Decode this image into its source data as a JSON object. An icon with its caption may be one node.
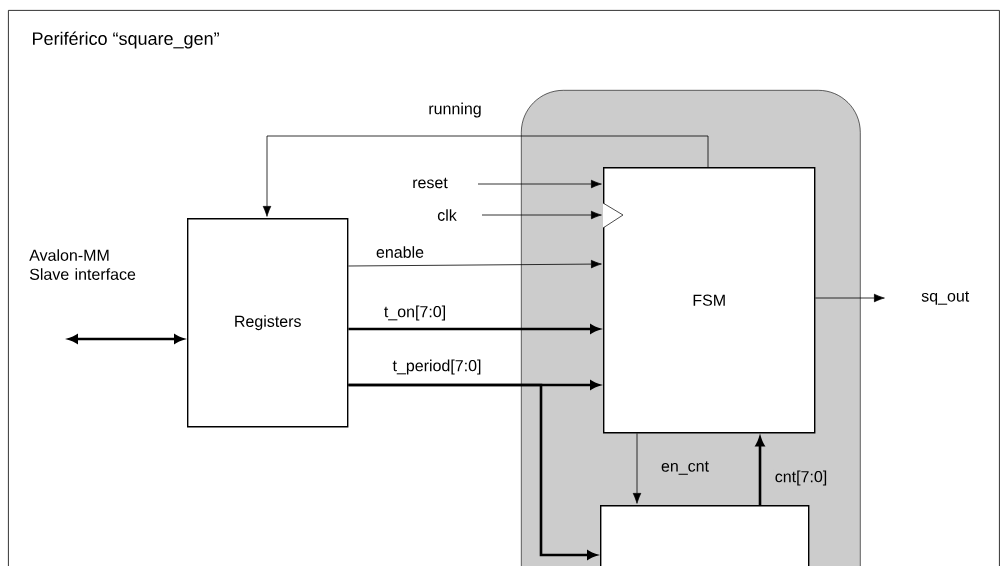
{
  "diagram": {
    "nodes": [
      {
        "text": [
          "Periférico “square_gen”"
        ]
      },
      {
        "text": [],
        "shape": "box",
        "in": 0
      },
      {
        "text": [
          "Registers"
        ],
        "in": 0
      },
      {
        "text": [
          "FSM"
        ],
        "in": 1
      },
      {
        "text": [],
        "shape": "box",
        "in": 1
      }
    ],
    "edges": [
      {
        "from": 3,
        "to": 2,
        "arrow": "to",
        "label": "running"
      },
      {
        "from": null,
        "to": 3,
        "arrow": "to",
        "label": "reset"
      },
      {
        "from": null,
        "to": 3,
        "arrow": "to",
        "label": "clk"
      },
      {
        "from": 2,
        "to": 3,
        "arrow": "to",
        "label": "enable"
      },
      {
        "from": 2,
        "to": 3,
        "arrow": "to",
        "label": "t_on[7:0]",
        "style": "thick"
      },
      {
        "from": 2,
        "to": 3,
        "arrow": "to",
        "label": "t_period[7:0]",
        "style": "thick"
      },
      {
        "from": 2,
        "to": 4,
        "arrow": "to",
        "style": "thick"
      },
      {
        "from": 3,
        "to": 4,
        "arrow": "to",
        "label": "en_cnt"
      },
      {
        "from": 4,
        "to": 3,
        "arrow": "to",
        "label": "cnt[7:0]",
        "style": "thick"
      },
      {
        "from": 3,
        "to": null,
        "arrow": "to",
        "label": "sq_out"
      },
      {
        "from": null,
        "to": 2,
        "arrow": "both",
        "label": "Avalon-MM Slave interface",
        "style": "thick"
      }
    ]
  }
}
